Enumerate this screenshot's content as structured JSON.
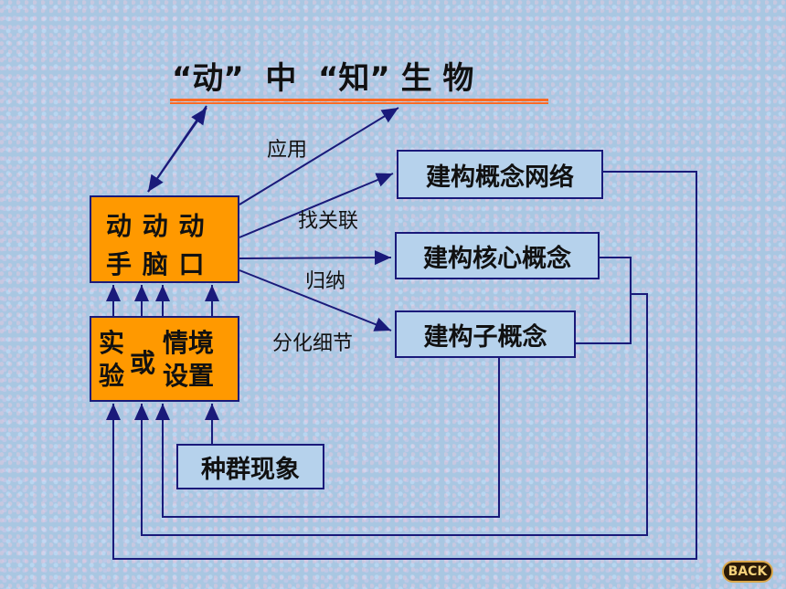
{
  "title": "“动”  中  “知” 生 物",
  "hands_box": {
    "line1": "动 动 动",
    "line2": "手 脑 口"
  },
  "experiment_box": {
    "left": "实\n验",
    "middle": "或",
    "right": "情境\n设置"
  },
  "population_box": "种群现象",
  "network_box": "建构概念网络",
  "core_box": "建构核心概念",
  "sub_box": "建构子概念",
  "edge_labels": {
    "apply": "应用",
    "find_links": "找关联",
    "induce": "归纳",
    "differentiate": "分化细节"
  },
  "back_button": "BACK",
  "colors": {
    "accent_orange": "#ff9900",
    "underline": "#ff6a22",
    "line": "#1a1a7a"
  }
}
